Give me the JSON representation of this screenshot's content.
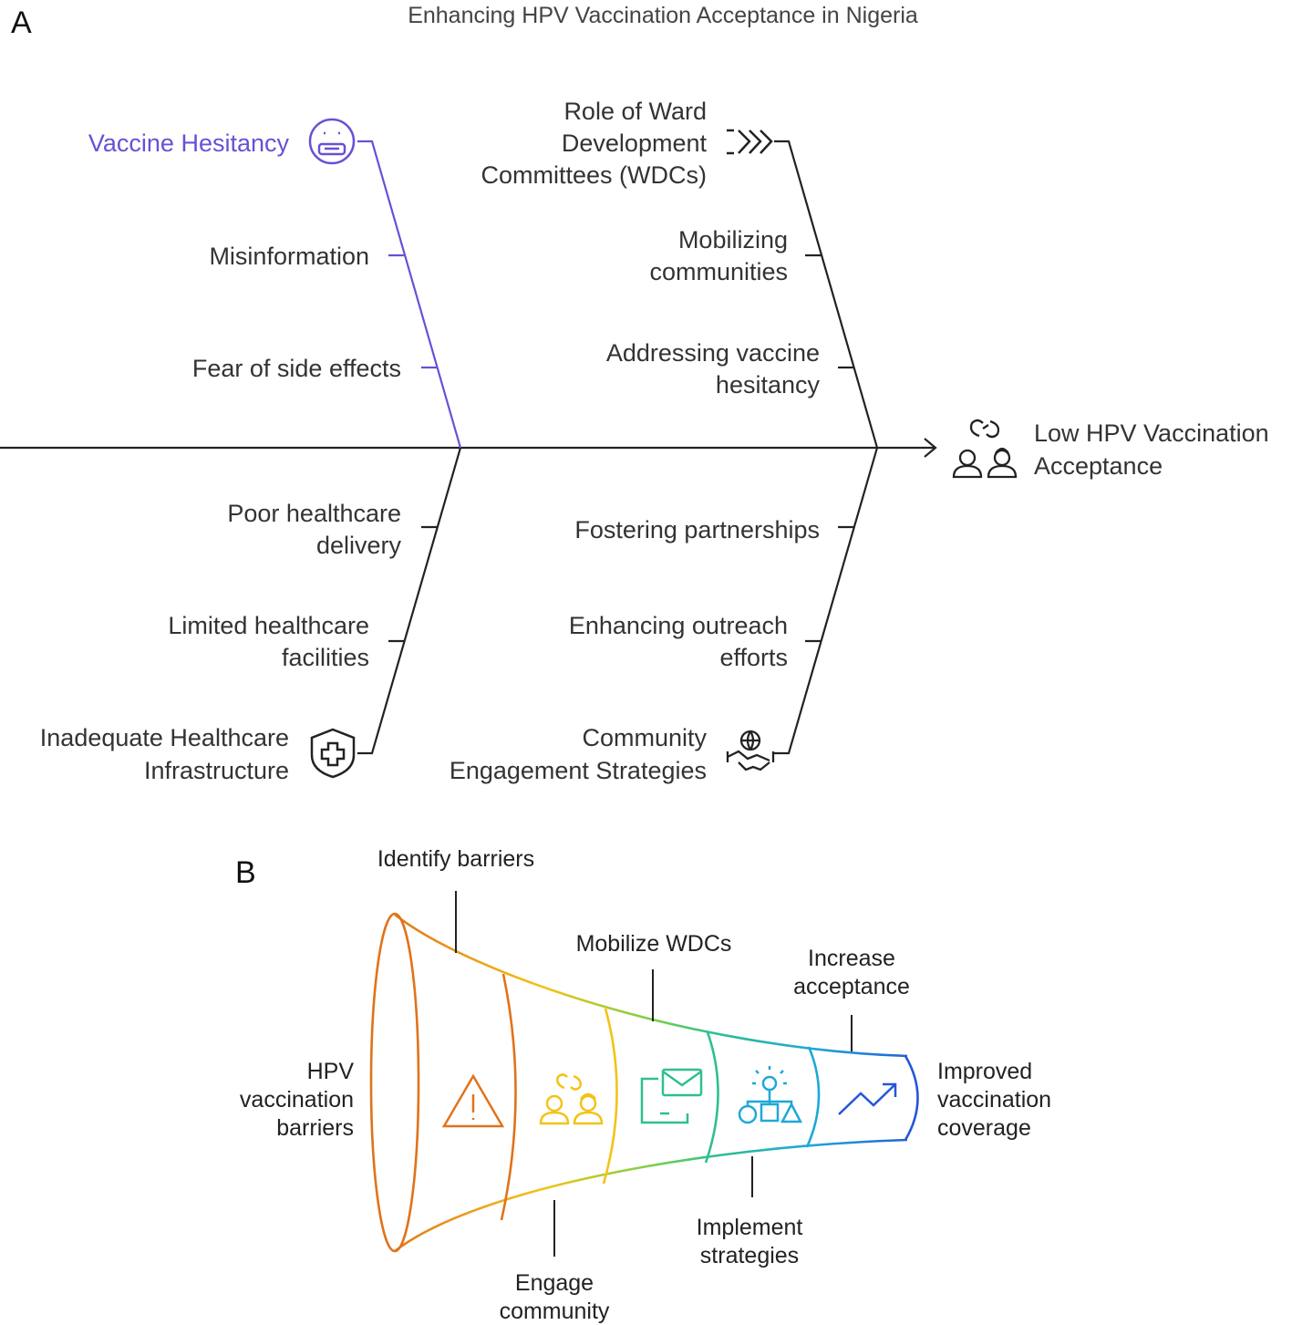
{
  "panel_a": {
    "letter": "A",
    "title": "Enhancing HPV Vaccination Acceptance in Nigeria",
    "effect": [
      "Low HPV Vaccination",
      "Acceptance"
    ],
    "branch1": {
      "category": "Vaccine Hesitancy",
      "causes": [
        [
          "Misinformation"
        ],
        [
          "Fear of side effects"
        ]
      ],
      "icon": "hesitant-face-icon",
      "color": "#6a4fd6"
    },
    "branch2": {
      "category": [
        "Inadequate Healthcare",
        "Infrastructure"
      ],
      "causes": [
        [
          "Poor healthcare",
          "delivery"
        ],
        [
          "Limited healthcare",
          "facilities"
        ]
      ],
      "icon": "shield-cross-icon"
    },
    "branch3": {
      "category": [
        "Role of Ward",
        "Development",
        "Committees (WDCs)"
      ],
      "causes": [
        [
          "Mobilizing",
          "communities"
        ],
        [
          "Addressing vaccine",
          "hesitancy"
        ]
      ],
      "icon": "chevrons-right-icon"
    },
    "branch4": {
      "category": [
        "Community",
        "Engagement Strategies"
      ],
      "causes": [
        [
          "Fostering partnerships"
        ],
        [
          "Enhancing outreach",
          "efforts"
        ]
      ],
      "icon": "handshake-globe-icon"
    },
    "effect_icon": "community-people-icon"
  },
  "panel_b": {
    "letter": "B",
    "start": [
      "HPV",
      "vaccination",
      "barriers"
    ],
    "end": [
      "Improved",
      "vaccination",
      "coverage"
    ],
    "stages": [
      {
        "label": [
          "Identify barriers"
        ],
        "icon": "warning-icon",
        "color": "#e0731b"
      },
      {
        "label": [
          "Engage",
          "community"
        ],
        "icon": "community-people-icon",
        "color": "#f2c417"
      },
      {
        "label": [
          "Mobilize WDCs"
        ],
        "icon": "message-screen-icon",
        "color": "#2fbf8f"
      },
      {
        "label": [
          "Implement",
          "strategies"
        ],
        "icon": "strategy-shapes-icon",
        "color": "#1ea8d8"
      },
      {
        "label": [
          "Increase",
          "acceptance"
        ],
        "icon": "trend-up-icon",
        "color": "#2457d6"
      }
    ]
  }
}
